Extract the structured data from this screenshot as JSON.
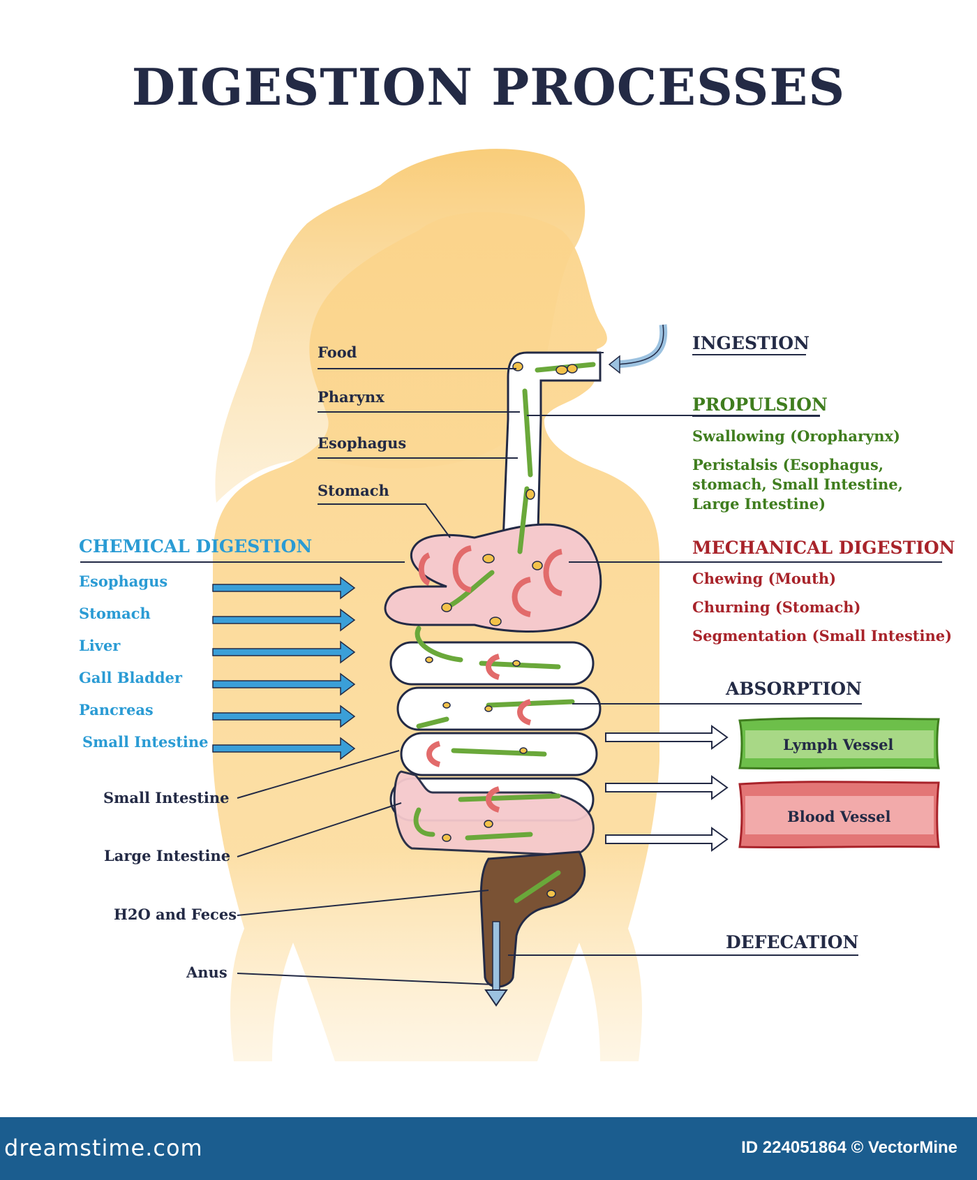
{
  "title": "DIGESTION PROCESSES",
  "left_labels": [
    "Food",
    "Pharynx",
    "Esophagus",
    "Stomach"
  ],
  "chemical_digestion": {
    "heading": "CHEMICAL DIGESTION",
    "items": [
      "Esophagus",
      "Stomach",
      "Liver",
      "Gall Bladder",
      "Pancreas",
      "Small Intestine"
    ]
  },
  "organ_labels": [
    "Small Intestine",
    "Large Intestine",
    "H2O and Feces",
    "Anus"
  ],
  "ingestion": "INGESTION",
  "propulsion": {
    "heading": "PROPULSION",
    "items": [
      "Swallowing (Oropharynx)",
      "Peristalsis (Esophagus,",
      "stomach, Small Intestine,",
      "Large Intestine)"
    ]
  },
  "mechanical_digestion": {
    "heading": "MECHANICAL DIGESTION",
    "items": [
      "Chewing (Mouth)",
      "Churning (Stomach)",
      "Segmentation (Small Intestine)"
    ]
  },
  "absorption": {
    "heading": "ABSORPTION",
    "lymph_vessel": "Lymph Vessel",
    "blood_vessel": "Blood Vessel"
  },
  "defecation": "DEFECATION",
  "footer": {
    "brand": "dreamstime.com",
    "id_text": "ID 224051864 © VectorMine"
  },
  "colors": {
    "title": "#232a45",
    "propulsion": "#3f7d1e",
    "mechanical": "#a8232a",
    "chemical": "#2a9bd4",
    "body": "#fbd48b",
    "footer": "#1b5d8f"
  }
}
